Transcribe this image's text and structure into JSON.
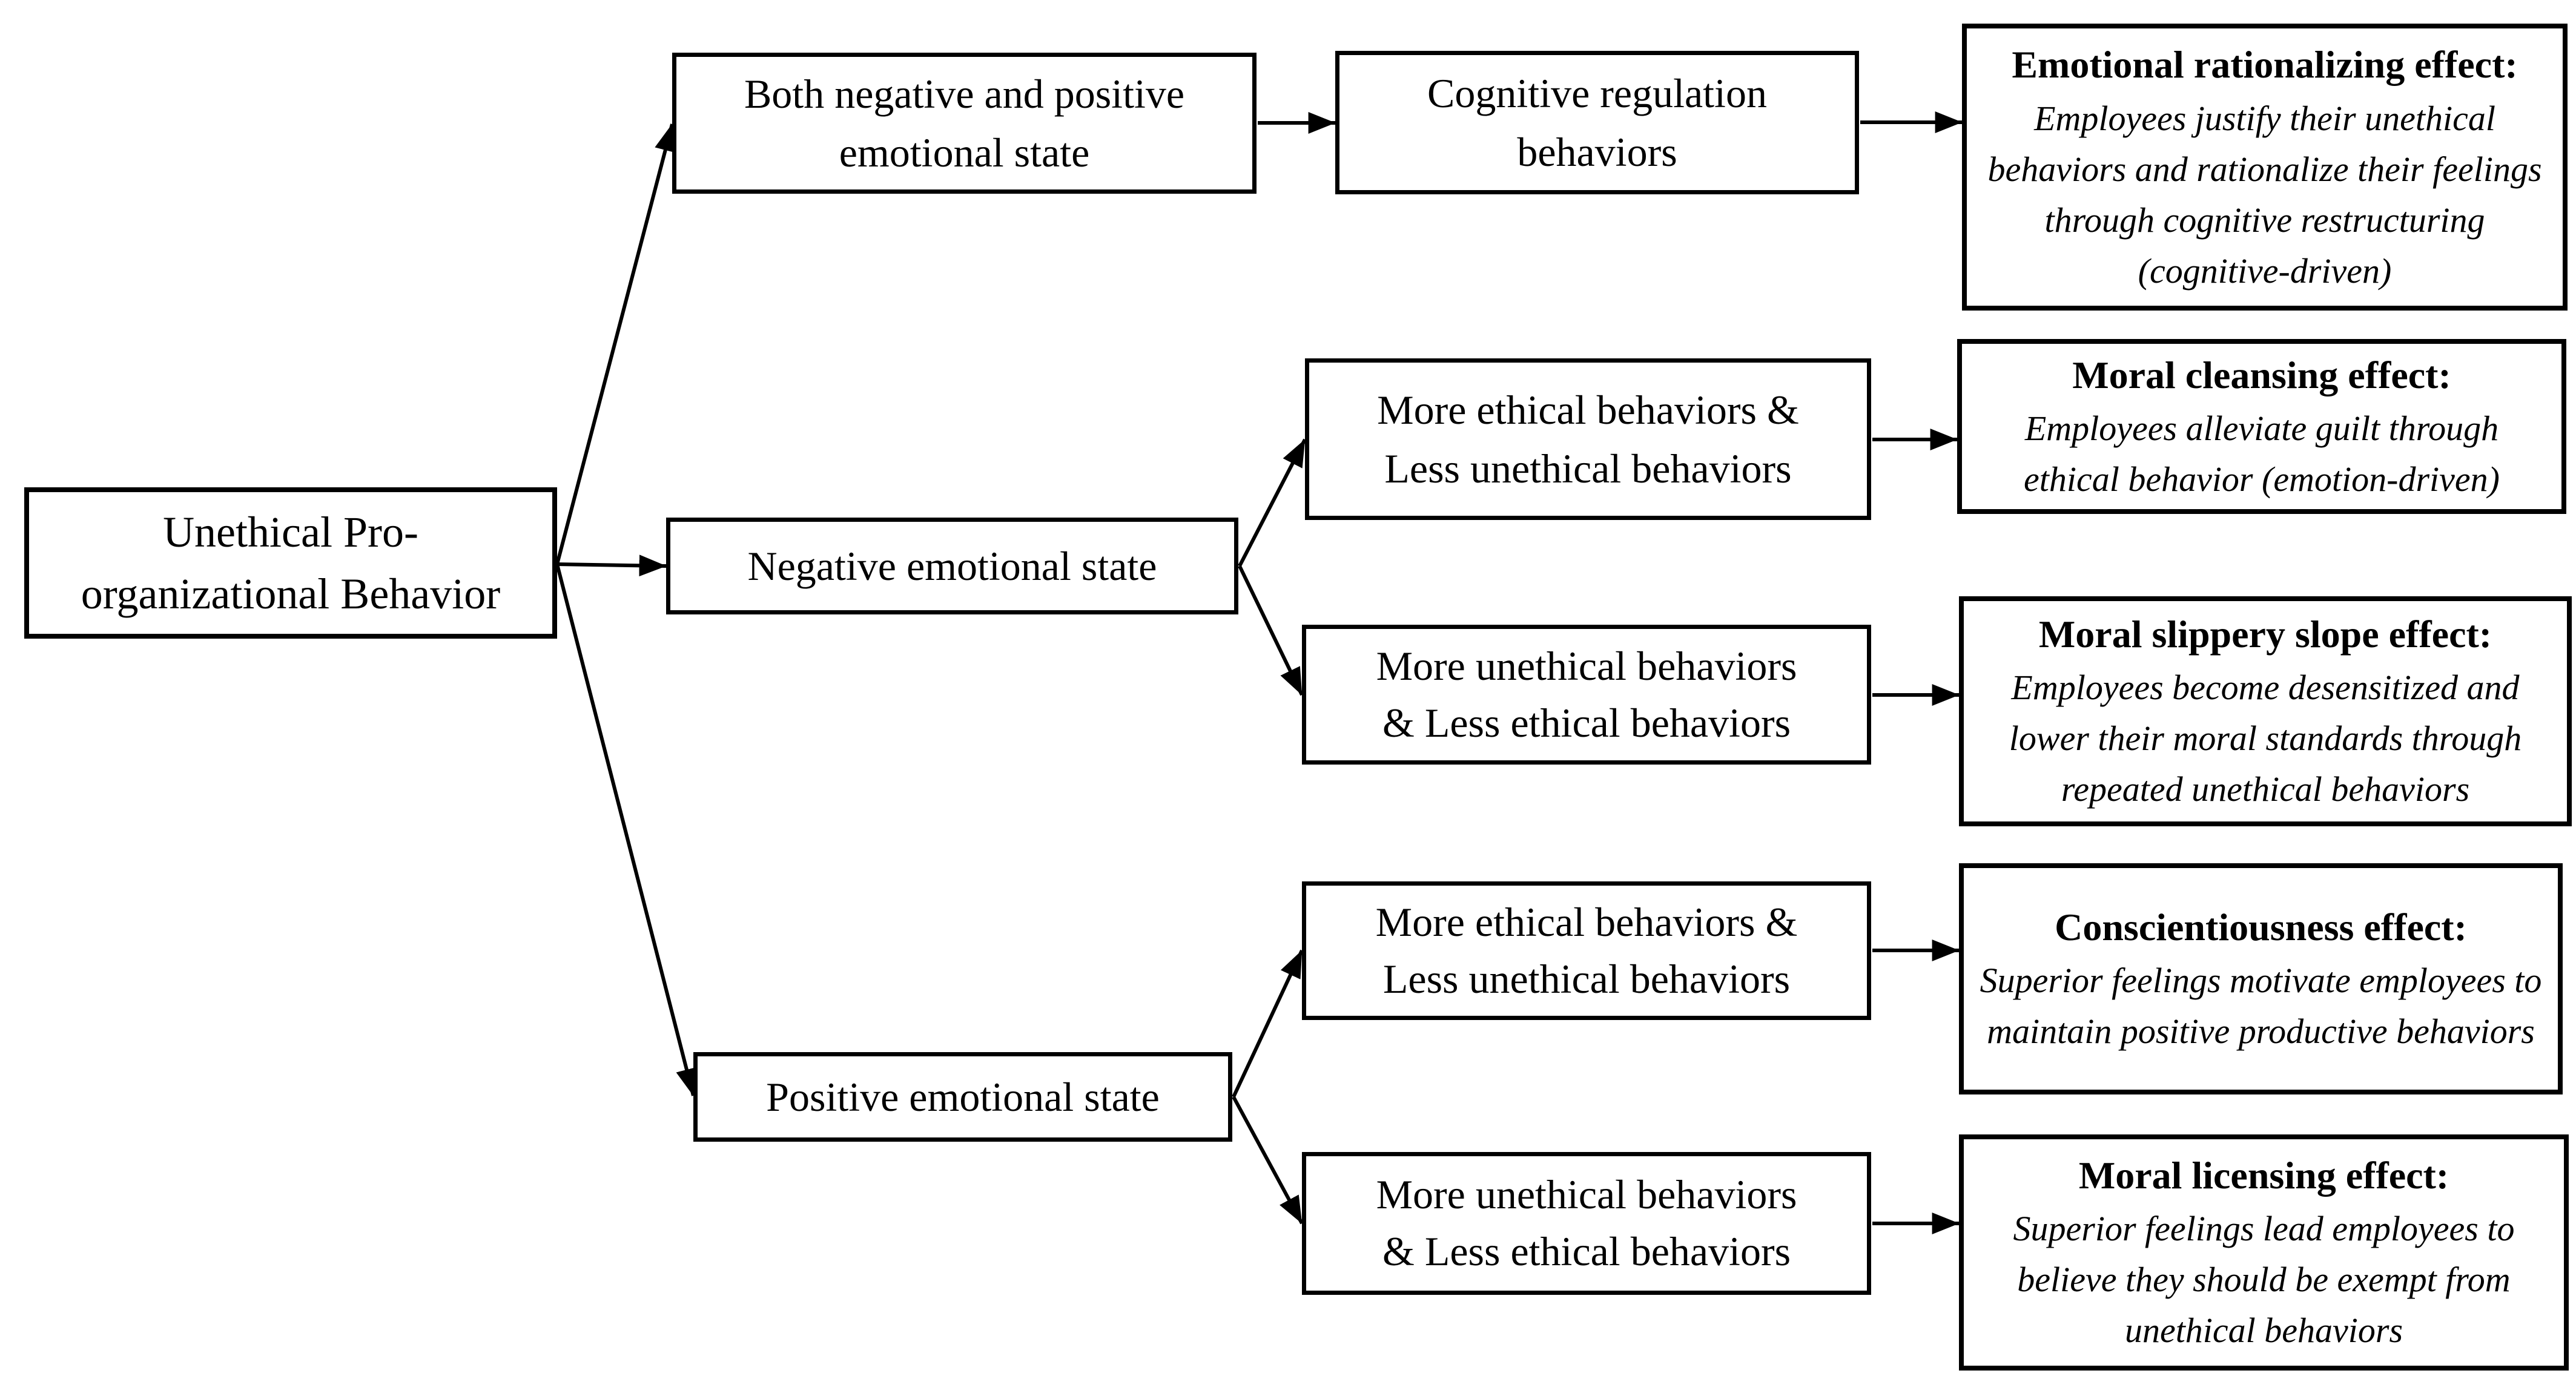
{
  "diagram": {
    "title_hint": "Flowchart of unethical pro-organizational behavior, emotional states, behavioral outcomes and effects",
    "colors": {
      "background": "#ffffff",
      "box_fill": "#ffffff",
      "box_border": "#000000",
      "arrow": "#000000",
      "text": "#000000"
    },
    "root": {
      "lines": [
        "Unethical Pro-",
        "organizational Behavior"
      ]
    },
    "states": [
      {
        "id": "both",
        "lines": [
          "Both negative and positive",
          "emotional state"
        ]
      },
      {
        "id": "negative",
        "lines": [
          "Negative emotional state"
        ]
      },
      {
        "id": "positive",
        "lines": [
          "Positive emotional state"
        ]
      }
    ],
    "mediators": [
      {
        "id": "cognitive-regulation",
        "lines": [
          "Cognitive regulation",
          "behaviors"
        ]
      },
      {
        "id": "neg-more-ethical",
        "lines": [
          "More ethical behaviors &",
          "Less unethical behaviors"
        ]
      },
      {
        "id": "neg-more-unethical",
        "lines": [
          "More unethical behaviors",
          "& Less ethical behaviors"
        ]
      },
      {
        "id": "pos-more-ethical",
        "lines": [
          "More ethical behaviors &",
          "Less unethical behaviors"
        ]
      },
      {
        "id": "pos-more-unethical",
        "lines": [
          "More unethical behaviors",
          "& Less ethical behaviors"
        ]
      }
    ],
    "effects": [
      {
        "title": "Emotional rationalizing effect:",
        "description": "Employees justify their unethical behaviors and rationalize their feelings through cognitive restructuring (cognitive-driven)"
      },
      {
        "title": "Moral cleansing effect:",
        "description": "Employees alleviate guilt through ethical behavior (emotion-driven)"
      },
      {
        "title": "Moral slippery slope effect:",
        "description": "Employees become desensitized and lower their moral standards through repeated unethical behaviors"
      },
      {
        "title": "Conscientiousness effect:",
        "description": "Superior feelings motivate employees to maintain positive productive behaviors"
      },
      {
        "title": "Moral licensing effect:",
        "description": "Superior feelings lead employees to believe they should be exempt from unethical behaviors"
      }
    ]
  }
}
